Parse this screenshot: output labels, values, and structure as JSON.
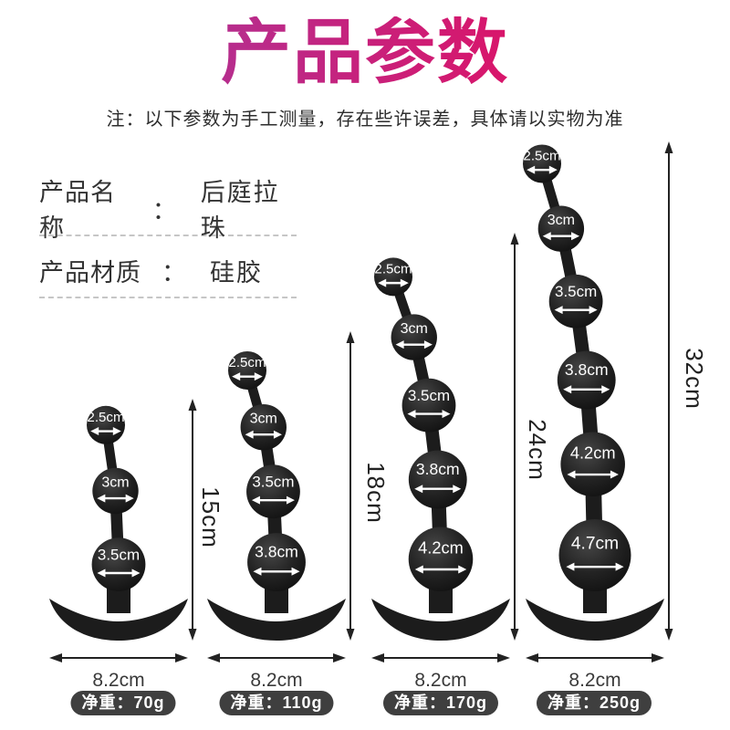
{
  "title": "产品参数",
  "note": "注：以下参数为手工测量，存在些许误差，具体请以实物为准",
  "info": {
    "rows": [
      {
        "label": "产品名称",
        "colon": "：",
        "value": "后庭拉珠"
      },
      {
        "label": "产品材质",
        "colon": "：",
        "value": "硅胶"
      }
    ]
  },
  "colors": {
    "title_gradient_start": "#a43a9f",
    "title_gradient_end": "#e5125e",
    "bead": "#1c1c1c",
    "pill_bg": "#3f3f3f",
    "arrow": "#222222",
    "text": "#333333"
  },
  "products": [
    {
      "height_label": "15cm",
      "width_label": "8.2cm",
      "weight_label": "净重：70g",
      "beads": [
        {
          "label": "2.5cm",
          "cm": 2.5
        },
        {
          "label": "3cm",
          "cm": 3.0
        },
        {
          "label": "3.5cm",
          "cm": 3.5
        }
      ]
    },
    {
      "height_label": "18cm",
      "width_label": "8.2cm",
      "weight_label": "净重：110g",
      "beads": [
        {
          "label": "2.5cm",
          "cm": 2.5
        },
        {
          "label": "3cm",
          "cm": 3.0
        },
        {
          "label": "3.5cm",
          "cm": 3.5
        },
        {
          "label": "3.8cm",
          "cm": 3.8
        }
      ]
    },
    {
      "height_label": "24cm",
      "width_label": "8.2cm",
      "weight_label": "净重：170g",
      "beads": [
        {
          "label": "2.5cm",
          "cm": 2.5
        },
        {
          "label": "3cm",
          "cm": 3.0
        },
        {
          "label": "3.5cm",
          "cm": 3.5
        },
        {
          "label": "3.8cm",
          "cm": 3.8
        },
        {
          "label": "4.2cm",
          "cm": 4.2
        }
      ]
    },
    {
      "height_label": "32cm",
      "width_label": "8.2cm",
      "weight_label": "净重：250g",
      "beads": [
        {
          "label": "2.5cm",
          "cm": 2.5
        },
        {
          "label": "3cm",
          "cm": 3.0
        },
        {
          "label": "3.5cm",
          "cm": 3.5
        },
        {
          "label": "3.8cm",
          "cm": 3.8
        },
        {
          "label": "4.2cm",
          "cm": 4.2
        },
        {
          "label": "4.7cm",
          "cm": 4.7
        }
      ]
    }
  ]
}
